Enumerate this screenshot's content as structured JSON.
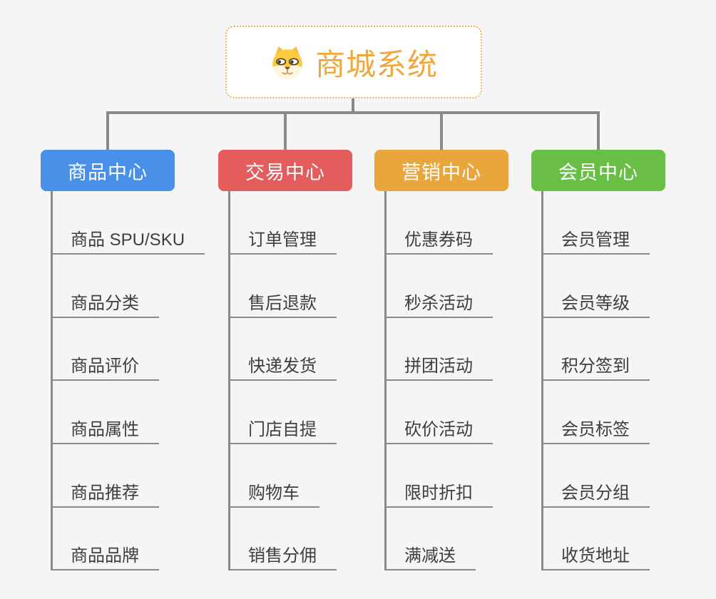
{
  "background": "#F5F5F6",
  "connector_color": "#8A8A8A",
  "leaf_text_color": "#3E3E3E",
  "root": {
    "title": "商城系统",
    "title_color": "#F0A73C",
    "border_color": "#EFB054",
    "icon": "shiba-dog-icon"
  },
  "branches": [
    {
      "label": "商品中心",
      "color": "#4B90E8",
      "items": [
        "商品 SPU/SKU",
        "商品分类",
        "商品评价",
        "商品属性",
        "商品推荐",
        "商品品牌"
      ]
    },
    {
      "label": "交易中心",
      "color": "#E45C5C",
      "items": [
        "订单管理",
        "售后退款",
        "快递发货",
        "门店自提",
        "购物车",
        "销售分佣"
      ]
    },
    {
      "label": "营销中心",
      "color": "#E9A63C",
      "items": [
        "优惠券码",
        "秒杀活动",
        "拼团活动",
        "砍价活动",
        "限时折扣",
        "满减送"
      ]
    },
    {
      "label": "会员中心",
      "color": "#69BE45",
      "items": [
        "会员管理",
        "会员等级",
        "积分签到",
        "会员标签",
        "会员分组",
        "收货地址"
      ]
    }
  ]
}
